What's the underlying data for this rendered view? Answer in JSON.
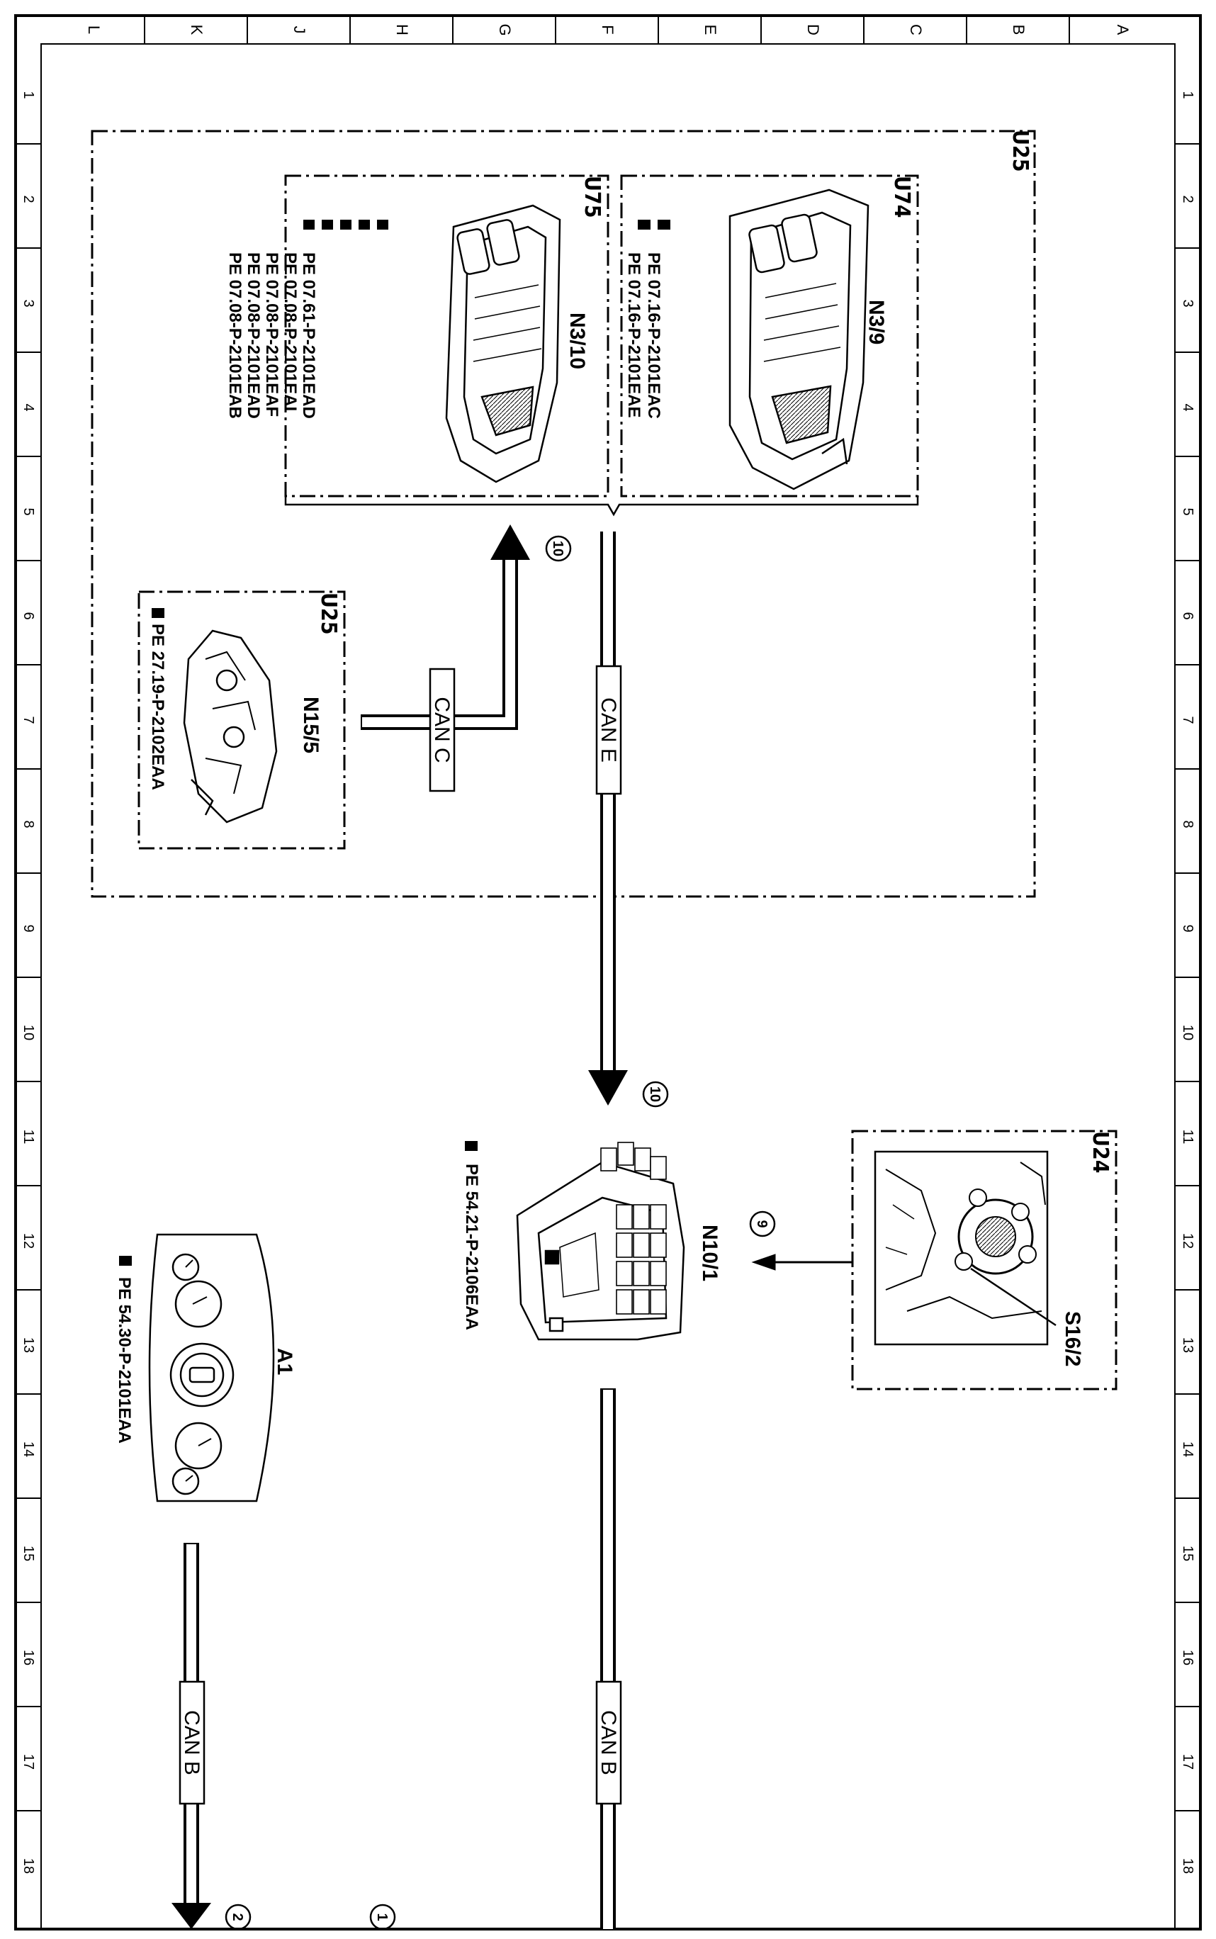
{
  "frame": {
    "col_labels": [
      "L",
      "K",
      "J",
      "H",
      "G",
      "F",
      "E",
      "D",
      "C",
      "B",
      "A"
    ],
    "row_labels": [
      "1",
      "2",
      "3",
      "4",
      "5",
      "6",
      "7",
      "8",
      "9",
      "10",
      "11",
      "12",
      "13",
      "14",
      "15",
      "16",
      "17",
      "18"
    ]
  },
  "groups": {
    "u25_outer": "U25",
    "u74": "U74",
    "u75": "U75",
    "u25_inner": "U25",
    "u24": "U24"
  },
  "components": {
    "n3_9": {
      "label": "N3/9",
      "refs": [
        "PE 07.16-P-2101EAC",
        "PE 07.16-P-2101EAE"
      ]
    },
    "n3_10": {
      "label": "N3/10",
      "refs": [
        "PE 07.08-P-2101EAB",
        "PE 07.08-P-2101EAD",
        "PE 07.08-P-2101EAF",
        "PE 07.08-P-2101EAI",
        "PE 07.61-P-2101EAD"
      ]
    },
    "n15_5": {
      "label": "N15/5",
      "refs": [
        "PE 27.19-P-2102EAA"
      ]
    },
    "n10_1": {
      "label": "N10/1",
      "refs": [
        "PE 54.21-P-2106EAA"
      ]
    },
    "s16_2": {
      "label": "S16/2"
    },
    "a1": {
      "label": "A1",
      "refs": [
        "PE 54.30-P-2101EAA"
      ]
    }
  },
  "buses": {
    "can_c": "CAN C",
    "can_e": "CAN E",
    "can_b_main": "CAN B",
    "can_b_left": "CAN B"
  },
  "callouts": {
    "c10_top": "10",
    "c10_mid": "10",
    "c9": "9",
    "c2": "2",
    "c1": "1"
  }
}
